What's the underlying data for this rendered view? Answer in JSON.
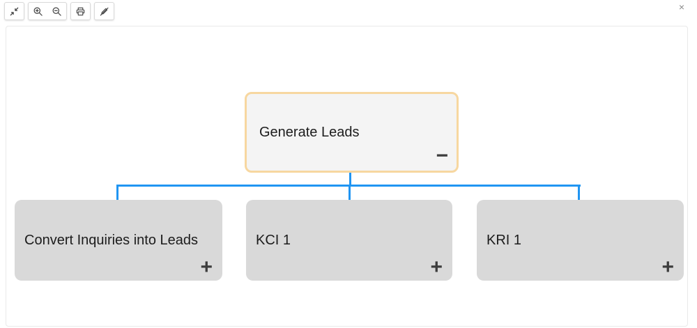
{
  "colors": {
    "connector": "#2095f2",
    "root-border": "#f7d7a0",
    "root-bg": "#f4f4f4",
    "child-bg": "#d9d9d9",
    "node-text": "#1c1c1c",
    "icon": "#424242",
    "toggle": "#3c3c3c",
    "toolbar-border": "#d9d9d9",
    "canvas-border": "#e9e9e9",
    "close": "#8a8a8a"
  },
  "toolbar": {
    "buttons": [
      {
        "name": "fit-to-screen",
        "icon": "compress-arrows-icon"
      },
      {
        "name": "zoom-in",
        "icon": "zoom-in-icon"
      },
      {
        "name": "zoom-out",
        "icon": "zoom-out-icon"
      },
      {
        "name": "print",
        "icon": "printer-icon"
      },
      {
        "name": "edit-off",
        "icon": "edit-off-icon"
      }
    ]
  },
  "window": {
    "close_glyph": "×"
  },
  "tree": {
    "root": {
      "label": "Generate Leads",
      "toggle_glyph": "−"
    },
    "children": [
      {
        "label": "Convert Inquiries into Leads",
        "toggle_glyph": "+"
      },
      {
        "label": "KCI 1",
        "toggle_glyph": "+"
      },
      {
        "label": "KRI 1",
        "toggle_glyph": "+"
      }
    ]
  }
}
